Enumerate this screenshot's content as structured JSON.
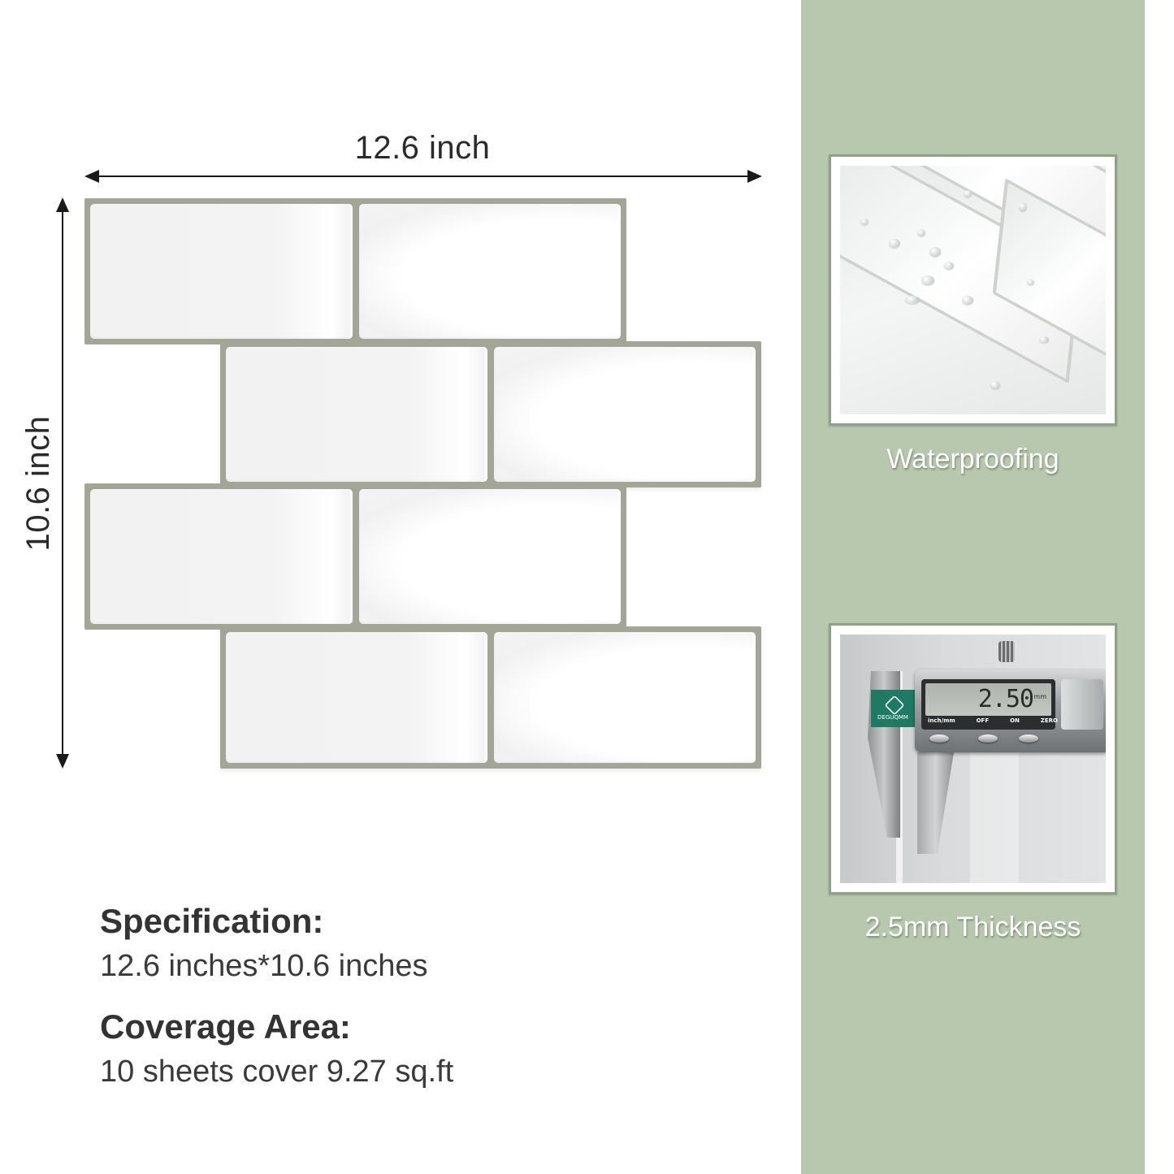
{
  "dimensions": {
    "width_label": "12.6 inch",
    "height_label": "10.6 inch"
  },
  "tile_sheet": {
    "rows": 4,
    "tiles_per_row": 2,
    "grout_color": "#a3a596",
    "tile_color": "#f3f3f3"
  },
  "specs": {
    "specification_title": "Specification:",
    "specification_value": "12.6 inches*10.6 inches",
    "coverage_title": "Coverage Area:",
    "coverage_value": "10 sheets cover 9.27 sq.ft"
  },
  "side_panel": {
    "background_color": "#b8c8ae",
    "features": [
      {
        "caption": "Waterproofing",
        "image": "water-droplets-on-tiles"
      },
      {
        "caption": "2.5mm Thickness",
        "image": "digital-caliper-measurement"
      }
    ],
    "caliper": {
      "reading": "2.50",
      "unit": "mm",
      "brand": "DEGUQMM",
      "buttons": [
        "inch/mm",
        "OFF",
        "ON",
        "ZERO"
      ]
    }
  }
}
